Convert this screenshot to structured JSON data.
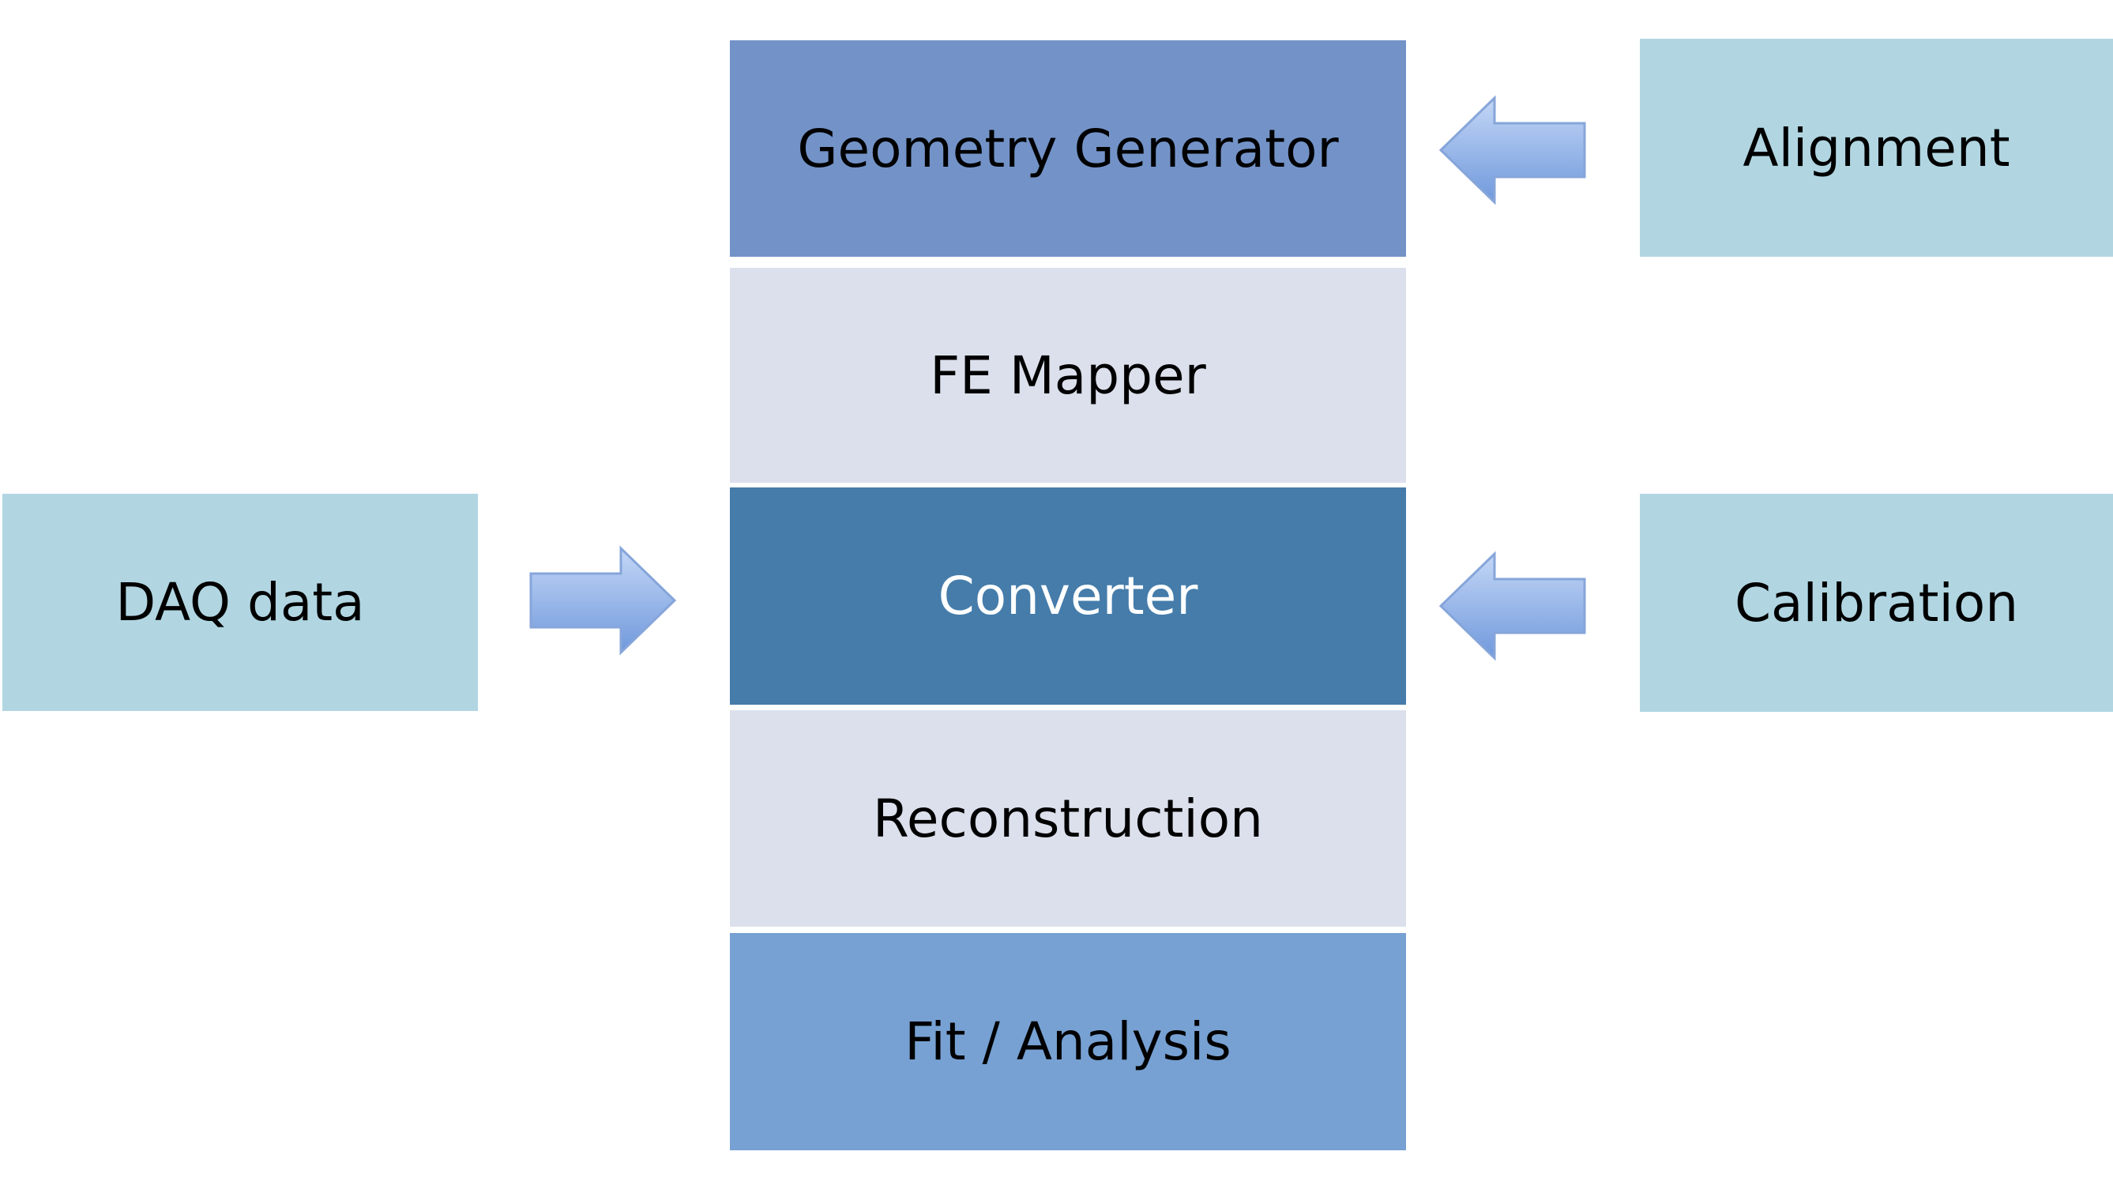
{
  "diagram": {
    "stages": [
      {
        "id": "geometry",
        "label": "Geometry Generator",
        "color": "#7393c8"
      },
      {
        "id": "fe-mapper",
        "label": "FE Mapper",
        "color": "#dbe0ec"
      },
      {
        "id": "converter",
        "label": "Converter",
        "color": "#457caa"
      },
      {
        "id": "reconstruction",
        "label": "Reconstruction",
        "color": "#dbe0ec"
      },
      {
        "id": "fit",
        "label": "Fit / Analysis",
        "color": "#77a1d3"
      }
    ],
    "inputs": [
      {
        "id": "daq",
        "label": "DAQ data",
        "target": "converter"
      },
      {
        "id": "alignment",
        "label": "Alignment",
        "target": "geometry"
      },
      {
        "id": "calibration",
        "label": "Calibration",
        "target": "converter"
      }
    ],
    "colors": {
      "input_box": "#b1d6e2",
      "arrow_fill_light": "#a9c4f0",
      "arrow_fill_dark": "#6f95d8",
      "arrow_stroke": "#7f9fd6"
    }
  }
}
